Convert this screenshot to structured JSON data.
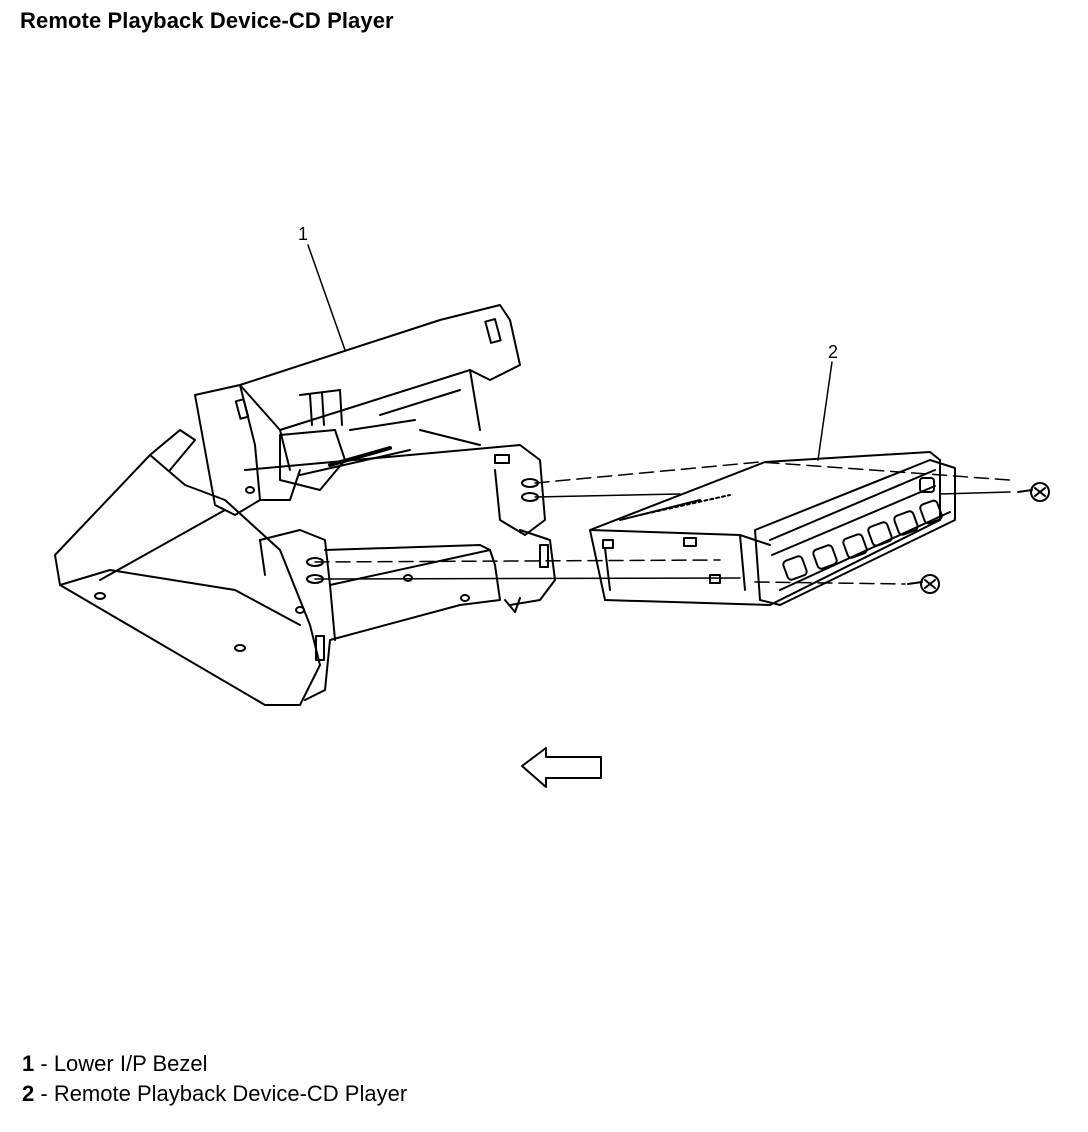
{
  "title": "Remote Playback Device-CD Player",
  "callouts": [
    {
      "number": "1"
    },
    {
      "number": "2"
    }
  ],
  "legend": [
    {
      "number": "1",
      "separator": " - ",
      "label": "Lower I/P Bezel"
    },
    {
      "number": "2",
      "separator": " - ",
      "label": "Remote Playback Device-CD Player"
    }
  ],
  "colors": {
    "line": "#000000",
    "background": "#ffffff"
  }
}
